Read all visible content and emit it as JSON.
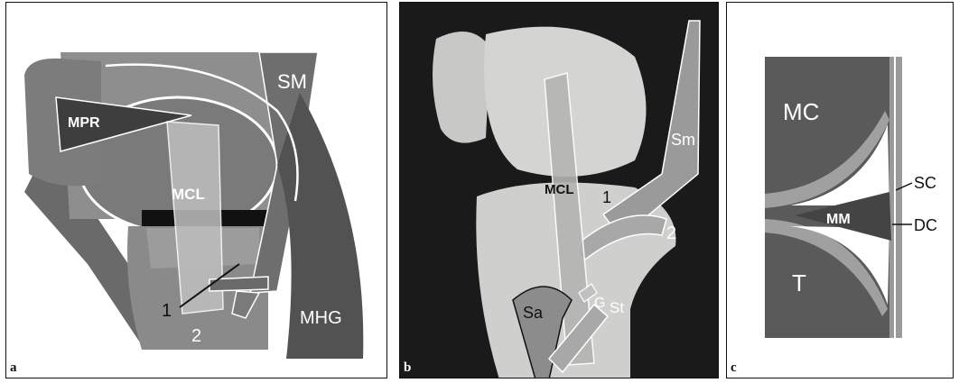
{
  "panels": [
    {
      "letter": "a",
      "labels": {
        "mpr": "MPR",
        "sm": "SM",
        "mcl": "MCL",
        "one": "1",
        "two": "2",
        "mhg": "MHG"
      }
    },
    {
      "letter": "b",
      "labels": {
        "mcl": "MCL",
        "one": "1",
        "sm": "Sm",
        "two": "2",
        "g": "G",
        "sa": "Sa",
        "st": "St"
      }
    },
    {
      "letter": "c",
      "labels": {
        "mc": "MC",
        "sc": "SC",
        "mm": "MM",
        "dc": "DC",
        "t": "T"
      }
    }
  ],
  "colors": {
    "dark_gray": "#5a5a5a",
    "mid_gray": "#8a8a8a",
    "light_gray": "#b5b5b5",
    "bone": "#d2d2d0",
    "black_bg": "#1a1a1a"
  }
}
